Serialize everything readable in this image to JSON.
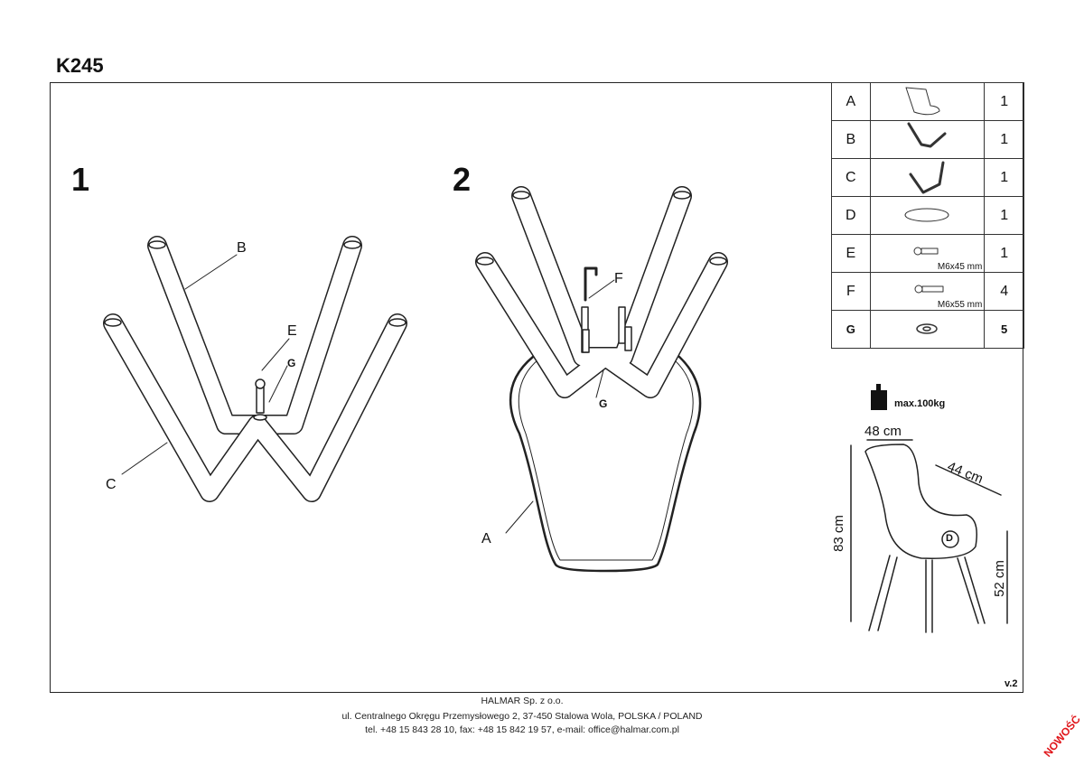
{
  "title": "K245",
  "steps": [
    "1",
    "2"
  ],
  "step1_labels": {
    "b": "B",
    "e": "E",
    "g": "G",
    "c": "C"
  },
  "step2_labels": {
    "f": "F",
    "g": "G",
    "a": "A"
  },
  "parts": [
    {
      "letter": "A",
      "qty": "1",
      "icon": "seat-shell-icon",
      "spec": ""
    },
    {
      "letter": "B",
      "qty": "1",
      "icon": "leg-frame-icon",
      "spec": ""
    },
    {
      "letter": "C",
      "qty": "1",
      "icon": "leg-frame-icon",
      "spec": ""
    },
    {
      "letter": "D",
      "qty": "1",
      "icon": "cushion-icon",
      "spec": ""
    },
    {
      "letter": "E",
      "qty": "1",
      "icon": "bolt-icon",
      "spec": "M6x45 mm"
    },
    {
      "letter": "F",
      "qty": "4",
      "icon": "bolt-icon",
      "spec": "M6x55 mm"
    },
    {
      "letter": "G",
      "qty": "5",
      "icon": "washer-icon",
      "spec": ""
    }
  ],
  "specs": {
    "max_load": "max.100kg",
    "width": "48 cm",
    "depth": "44 cm",
    "height": "83 cm",
    "seat_height": "52 cm",
    "cushion_label": "D"
  },
  "version": "v.2",
  "footer": {
    "company": "HALMAR Sp. z o.o.",
    "address": "ul. Centralnego Okręgu Przemysłowego 2, 37-450 Stalowa Wola, POLSKA / POLAND",
    "contact": "tel. +48 15 843 28 10, fax: +48 15 842 19 57, e-mail: office@halmar.com.pl"
  },
  "badge": "NOWOŚĆ"
}
